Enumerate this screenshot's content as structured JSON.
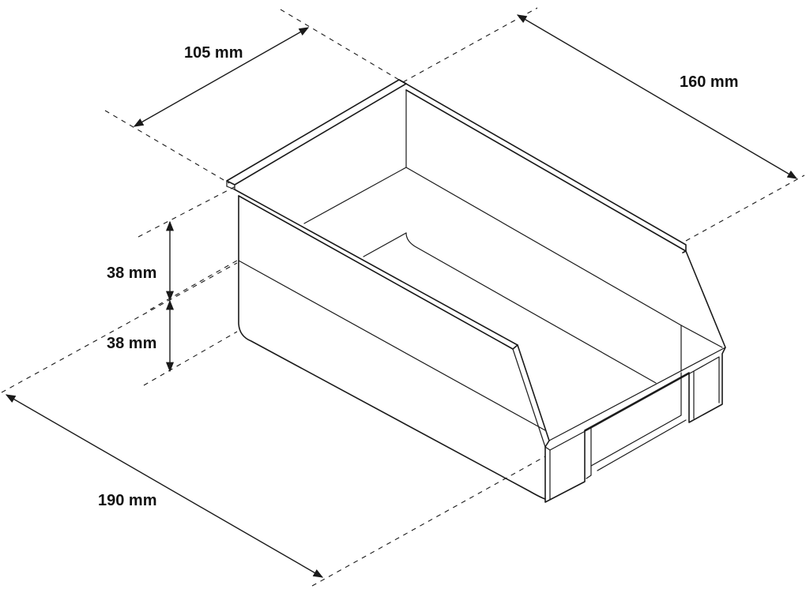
{
  "dimensions": {
    "top_width": "105 mm",
    "top_length": "160 mm",
    "height_upper": "38 mm",
    "height_lower": "38 mm",
    "bottom_length": "190 mm"
  },
  "colors": {
    "line": "#1a1a1a",
    "background": "#ffffff"
  }
}
